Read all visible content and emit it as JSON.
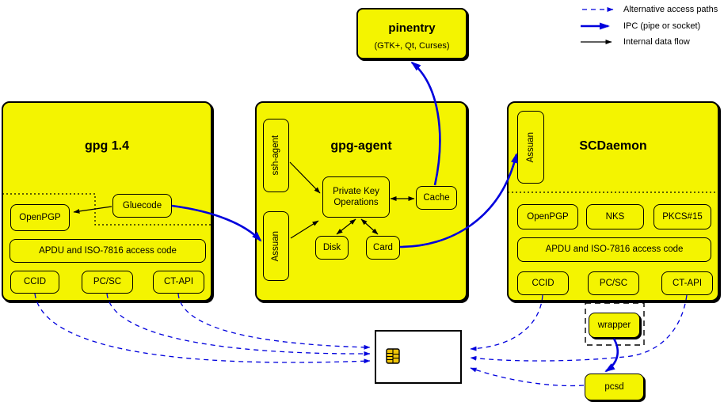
{
  "legend": {
    "items": [
      {
        "label": "Alternative access paths",
        "style": "dashed-blue-arrow"
      },
      {
        "label": "IPC (pipe or socket)",
        "style": "solid-blue-arrow"
      },
      {
        "label": "Internal data flow",
        "style": "solid-black-arrow"
      }
    ]
  },
  "pinentry": {
    "title": "pinentry",
    "subtitle": "(GTK+, Qt, Curses)"
  },
  "gpg14": {
    "title": "gpg 1.4",
    "openpgp": "OpenPGP",
    "gluecode": "Gluecode",
    "apdu": "APDU and ISO-7816 access code",
    "ccid": "CCID",
    "pcsc": "PC/SC",
    "ctapi": "CT-API"
  },
  "gpg_agent": {
    "title": "gpg-agent",
    "ssh_agent": "ssh-agent",
    "assuan": "Assuan",
    "private_key_line1": "Private Key",
    "private_key_line2": "Operations",
    "cache": "Cache",
    "disk": "Disk",
    "card": "Card"
  },
  "scdaemon": {
    "title": "SCDaemon",
    "assuan": "Assuan",
    "openpgp": "OpenPGP",
    "nks": "NKS",
    "pkcs15": "PKCS#15",
    "apdu": "APDU and ISO-7816 access code",
    "ccid": "CCID",
    "pcsc": "PC/SC",
    "ctapi": "CT-API"
  },
  "external": {
    "wrapper": "wrapper",
    "pcsd": "pcsd"
  },
  "icons": {
    "smartcard_chip": "smartcard-chip-icon"
  },
  "colors": {
    "box_yellow": "#f4f400",
    "arrow_blue": "#0000dd",
    "arrow_black": "#000000",
    "chip_gold": "#eec307",
    "card_white": "#ffffff"
  }
}
